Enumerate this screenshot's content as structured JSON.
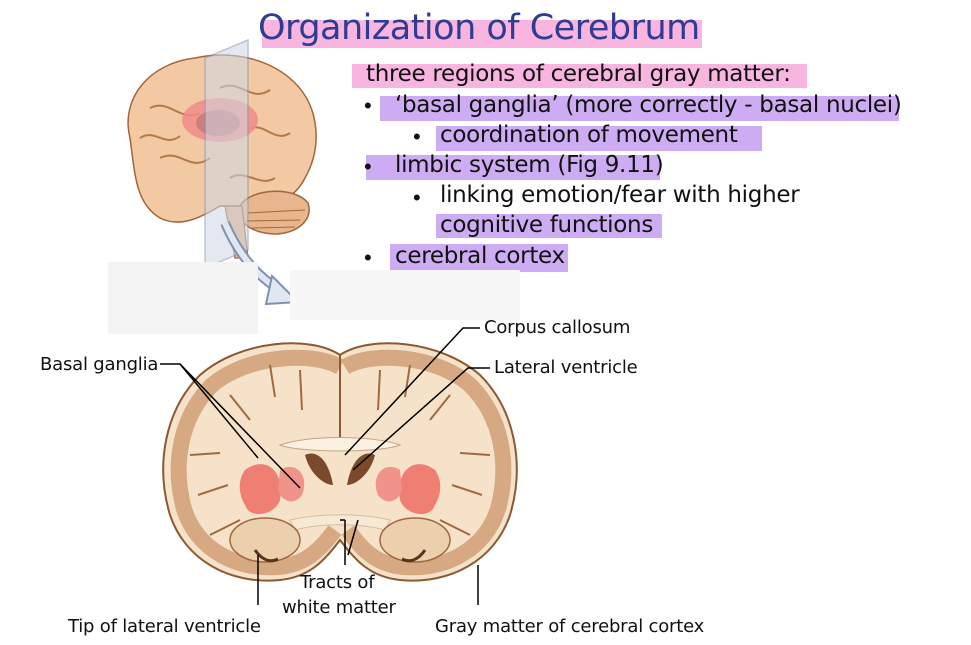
{
  "slide": {
    "title": "Organization of Cerebrum",
    "intro": "three regions of cerebral gray matter:",
    "bullets": [
      {
        "label": "‘basal ganglia’ (more correctly - basal nuclei)",
        "sub": [
          "coordination of movement"
        ]
      },
      {
        "label": "limbic system (Fig 9.11)",
        "sub": [
          "linking emotion/fear with higher",
          "cognitive functions"
        ]
      },
      {
        "label": "cerebral cortex",
        "sub": []
      }
    ]
  },
  "figure": {
    "labels": {
      "corpus_callosum": "Corpus callosum",
      "lateral_ventricle": "Lateral ventricle",
      "basal_ganglia": "Basal ganglia",
      "tracts_line1": "Tracts of",
      "tracts_line2": "white matter",
      "tip_lateral_ventricle": "Tip of lateral ventricle",
      "gray_matter": "Gray matter of cerebral cortex"
    }
  },
  "colors": {
    "title": "#2f3c91",
    "highlight_pink": "#f7a8d9",
    "highlight_purple": "#c8a3f2",
    "brain_tan": "#f4d9c0",
    "basal_red": "#ef7f73"
  }
}
